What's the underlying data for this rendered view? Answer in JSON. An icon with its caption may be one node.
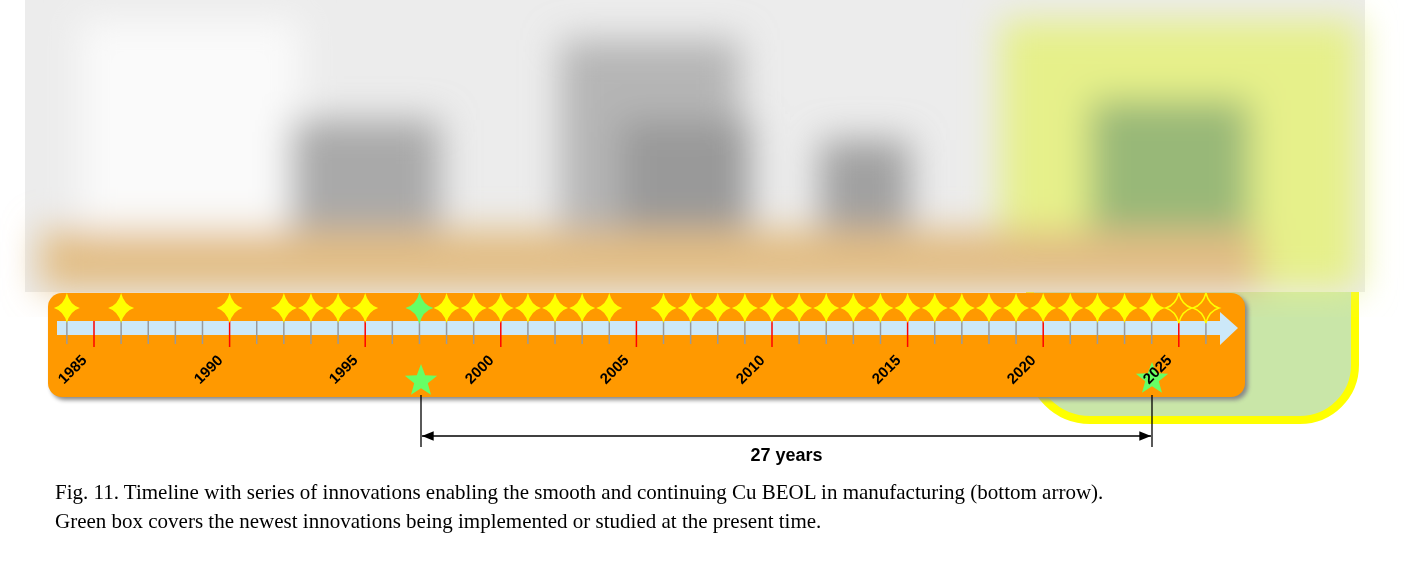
{
  "diagram": {
    "caption": "Fig. 11.  Timeline with series of innovations enabling the smooth and continuing Cu BEOL in manufacturing (bottom arrow). Green box covers the newest innovations being implemented or studied at the present time.",
    "labels": [
      "1985",
      "1990",
      "1995",
      "2000",
      "2005",
      "2010",
      "2015",
      "2020",
      "2025",
      "27 years"
    ]
  }
}
